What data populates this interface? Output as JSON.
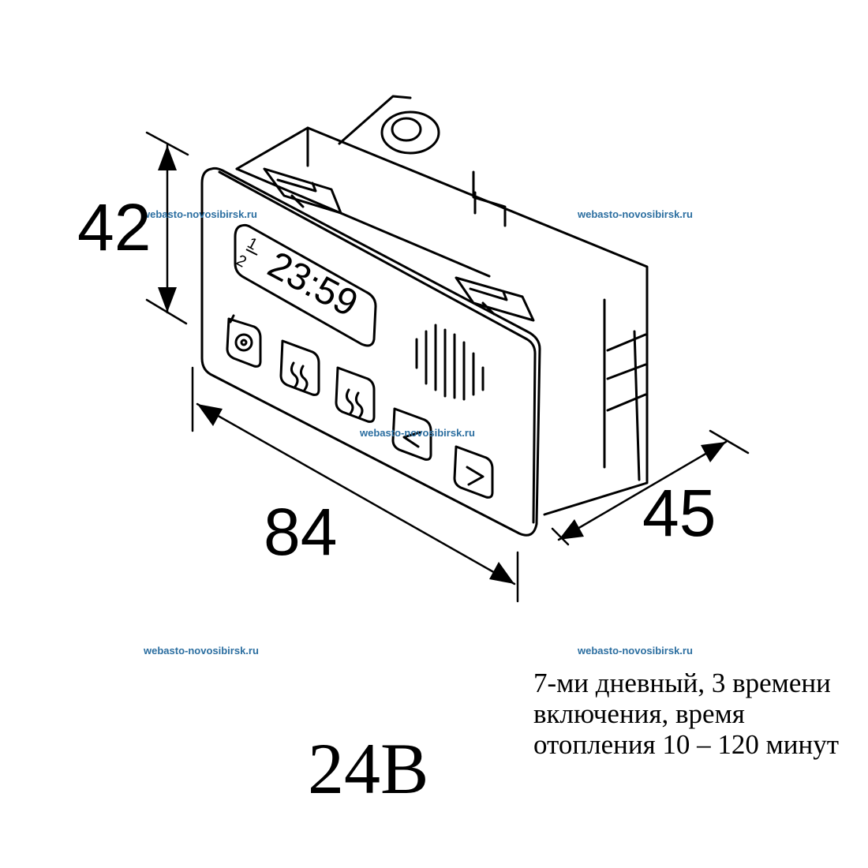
{
  "watermark": "webasto-novosibirsk.ru",
  "dimensions": {
    "height": "42",
    "width": "84",
    "depth": "45"
  },
  "display": {
    "channel_top": "1",
    "channel_bottom": "2",
    "time": "23:59"
  },
  "voltage": "24В",
  "description": "7-ми дневный, 3 времени включения, время отопления 10 – 120 минут",
  "icons": [
    "clock-button-icon",
    "heat-1-button-icon",
    "heat-2-button-icon",
    "back-button-icon",
    "forward-button-icon",
    "speaker-grille-icon"
  ]
}
